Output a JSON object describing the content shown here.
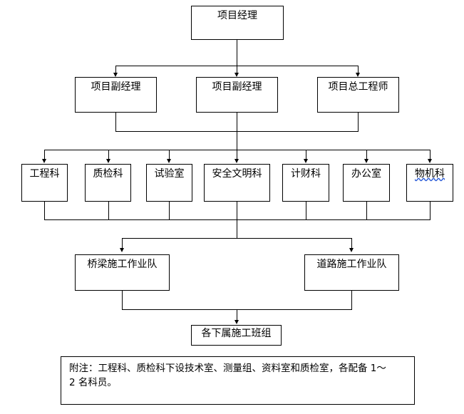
{
  "diagram": {
    "title_node": {
      "label": "项目经理"
    },
    "level2": [
      {
        "label": "项目副经理"
      },
      {
        "label": "项目副经理"
      },
      {
        "label": "项目总工程师"
      }
    ],
    "level3": [
      {
        "label": "工程科",
        "spellcheck_underline": false
      },
      {
        "label": "质检科",
        "spellcheck_underline": false
      },
      {
        "label": "试验室",
        "spellcheck_underline": false
      },
      {
        "label": "安全文明科",
        "spellcheck_underline": false
      },
      {
        "label": "计财科",
        "spellcheck_underline": false
      },
      {
        "label": "办公室",
        "spellcheck_underline": false
      },
      {
        "label": "物机科",
        "spellcheck_underline": true
      }
    ],
    "level4": [
      {
        "label": "桥梁施工作业队"
      },
      {
        "label": "道路施工作业队"
      }
    ],
    "level5": [
      {
        "label": "各下属施工班组"
      }
    ],
    "note": {
      "line1": "附注：工程科、质检科下设技术室、测量组、资料室和质检室，各配备 1～",
      "line2": "2 名科员。"
    },
    "colors": {
      "line": "#000000",
      "box_fill": "#ffffff",
      "text": "#000000",
      "spellcheck": "#2a5bd7",
      "background": "#ffffff"
    }
  }
}
